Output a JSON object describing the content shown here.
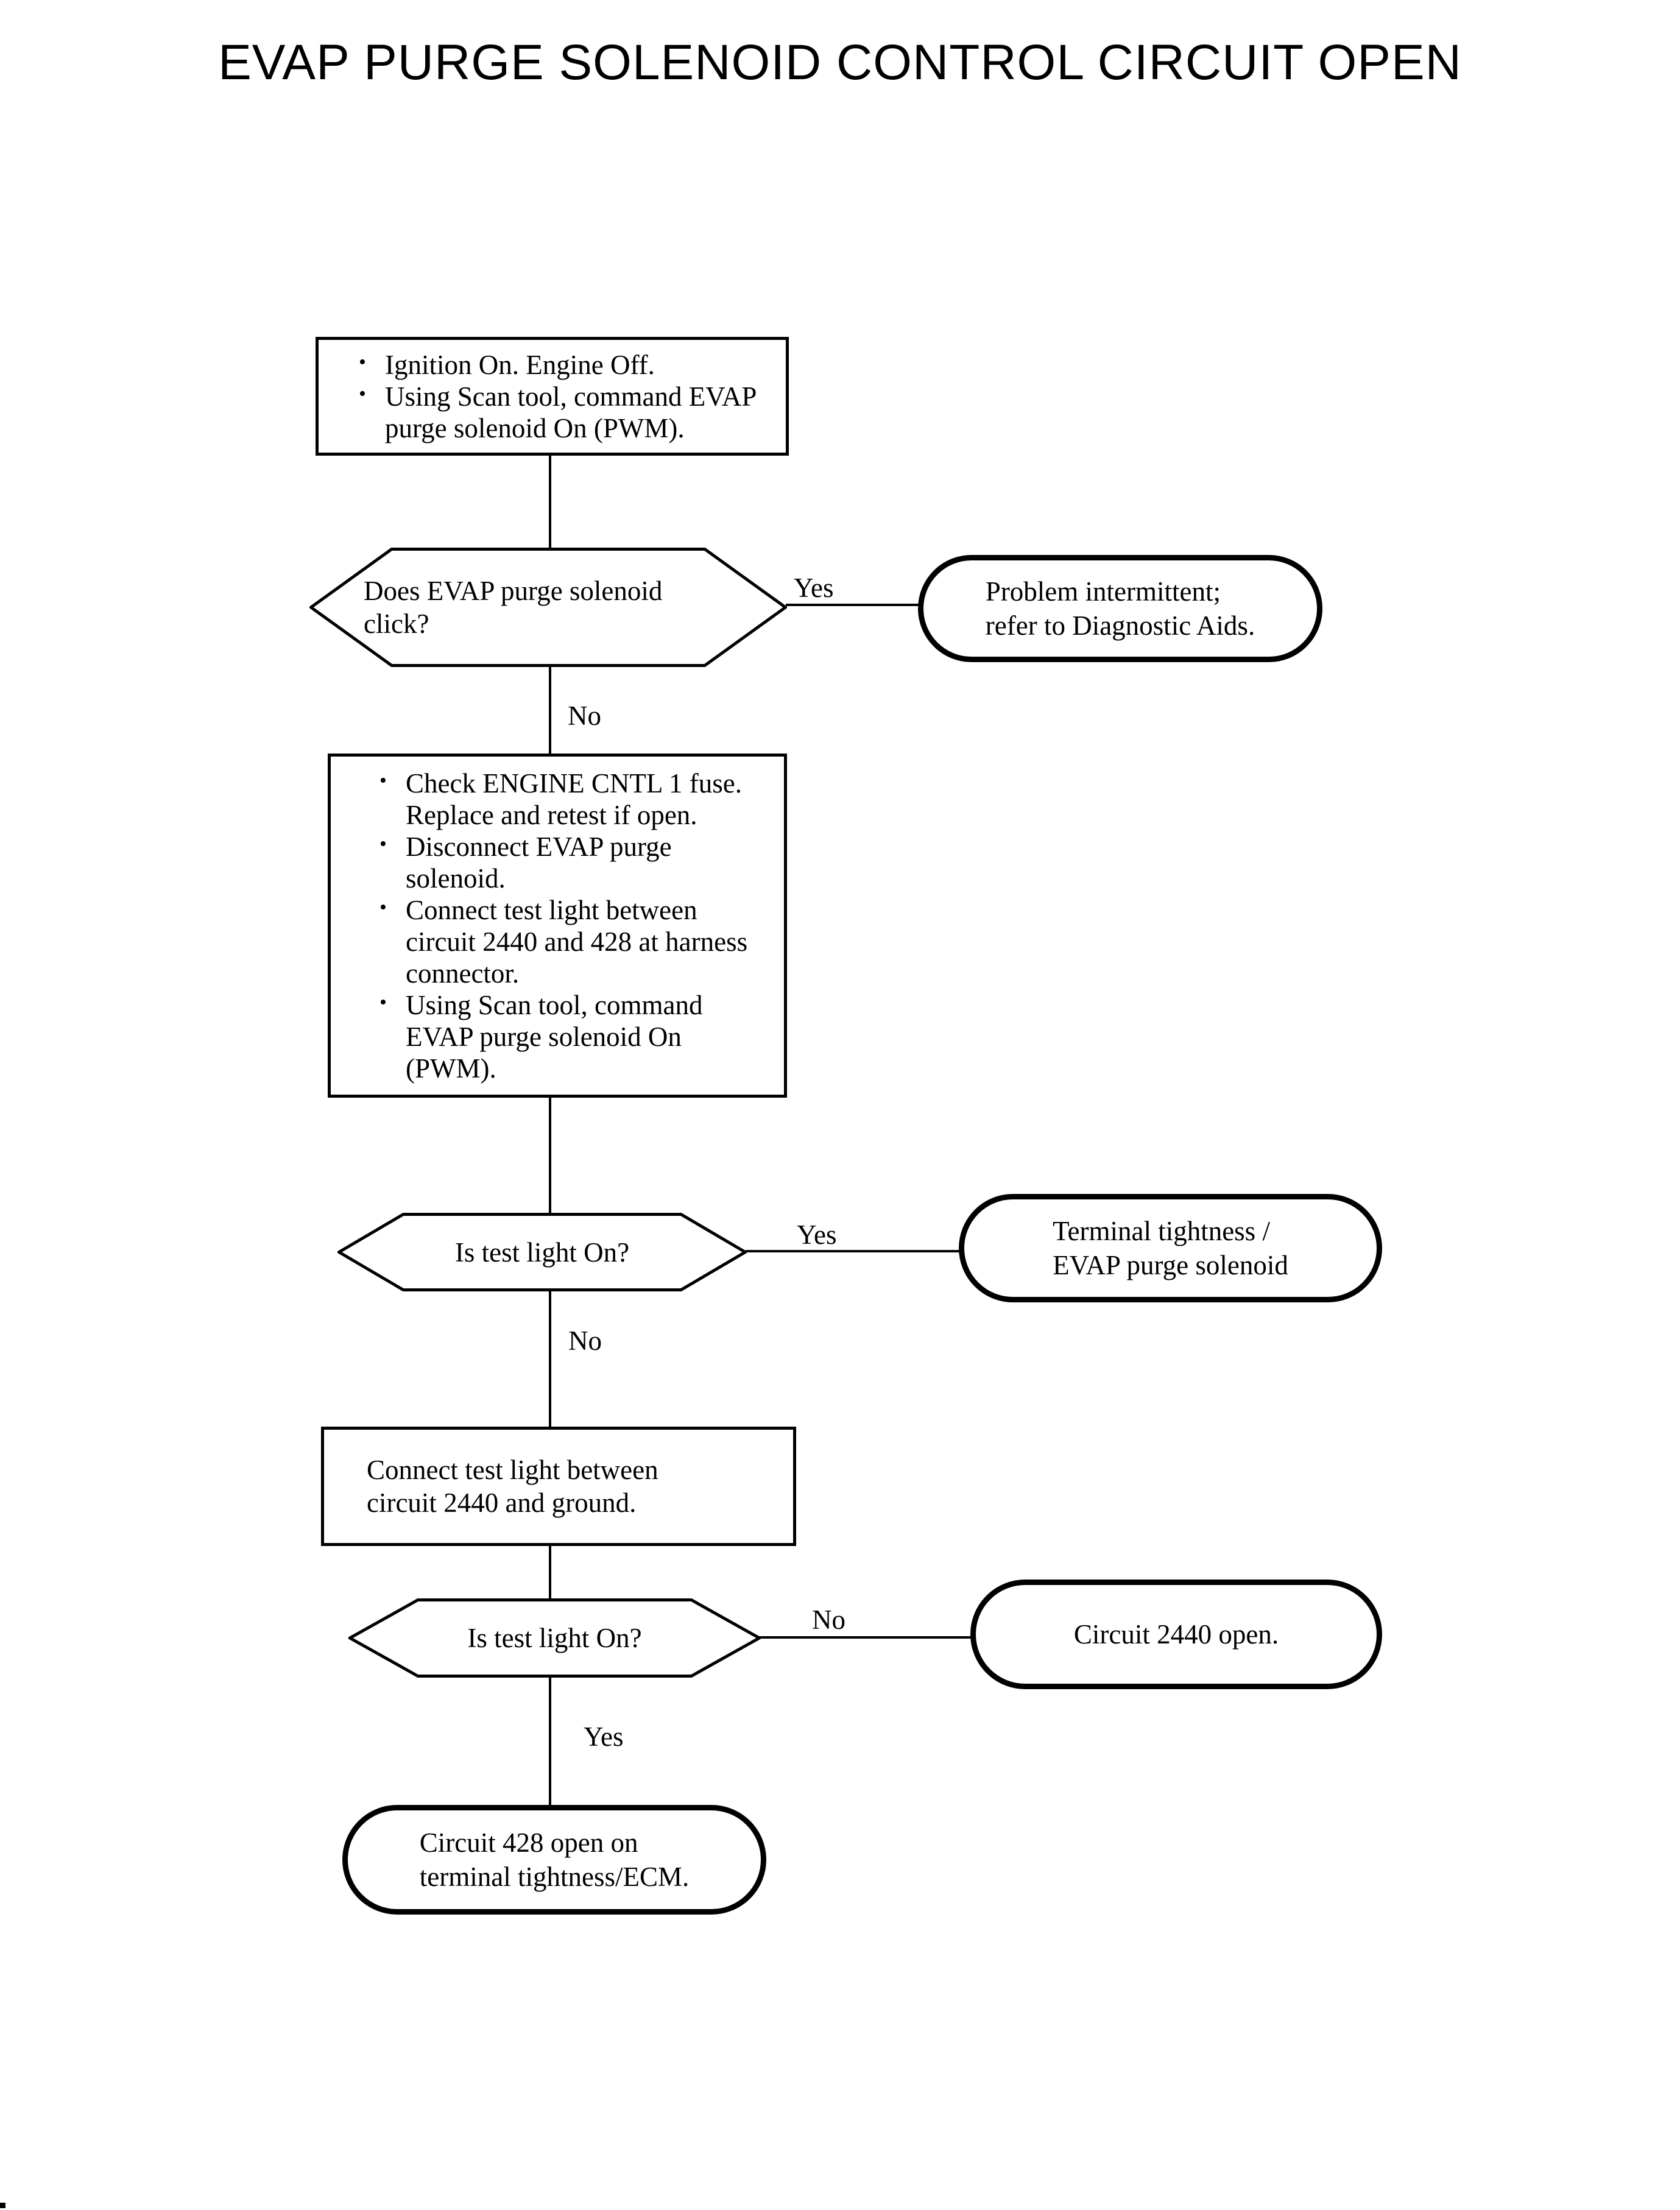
{
  "title": "EVAP PURGE SOLENOID CONTROL CIRCUIT OPEN",
  "colors": {
    "line": "#000000",
    "background": "#ffffff"
  },
  "flowchart": {
    "step1": {
      "bullets": [
        "Ignition On. Engine Off.",
        "Using Scan tool, command EVAP\npurge solenoid On (PWM)."
      ]
    },
    "decision1": {
      "question": "Does EVAP purge solenoid\nclick?",
      "yes_label": "Yes",
      "no_label": "No"
    },
    "outcome_intermittent": {
      "text": "Problem intermittent;\nrefer to Diagnostic Aids."
    },
    "step2": {
      "bullets": [
        "Check ENGINE CNTL 1 fuse.\nReplace and retest if open.",
        "Disconnect EVAP purge\nsolenoid.",
        "Connect test light between\ncircuit 2440 and 428 at harness\nconnector.",
        "Using Scan tool, command\nEVAP purge solenoid On\n(PWM)."
      ]
    },
    "decision2": {
      "question": "Is test light On?",
      "yes_label": "Yes",
      "no_label": "No"
    },
    "outcome_terminal_tightness": {
      "text": "Terminal tightness /\nEVAP purge solenoid"
    },
    "step3": {
      "text": "Connect test light between\ncircuit 2440 and ground."
    },
    "decision3": {
      "question": "Is test light On?",
      "yes_label": "Yes",
      "no_label": "No"
    },
    "outcome_circuit_2440": {
      "text": "Circuit 2440 open."
    },
    "outcome_circuit_428": {
      "text": "Circuit 428 open on\nterminal tightness/ECM."
    }
  }
}
